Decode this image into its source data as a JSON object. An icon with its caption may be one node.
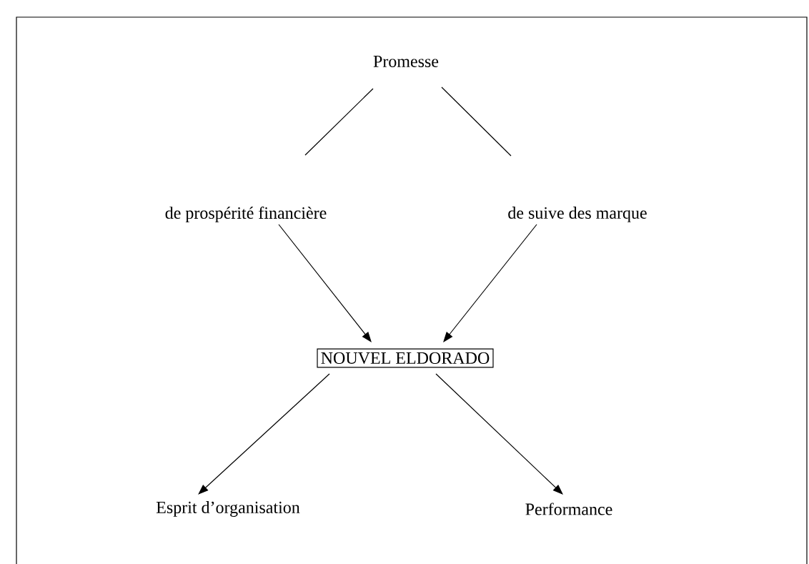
{
  "diagram": {
    "nodes": [
      {
        "text": [
          "Promesse"
        ]
      },
      {
        "text": [
          "de prospérité financière"
        ]
      },
      {
        "text": [
          "de suive des marque"
        ]
      },
      {
        "text": [
          "NOUVEL ELDORADO"
        ]
      },
      {
        "text": [
          "Esprit d’organisation"
        ]
      },
      {
        "text": [
          "Performance"
        ]
      }
    ],
    "edges": [
      {
        "from": 0,
        "to": 1,
        "arrow": "none"
      },
      {
        "from": 0,
        "to": 2,
        "arrow": "none"
      },
      {
        "from": 1,
        "to": 3,
        "arrow": "to"
      },
      {
        "from": 2,
        "to": 3,
        "arrow": "to"
      },
      {
        "from": 3,
        "to": 4,
        "arrow": "to"
      },
      {
        "from": 3,
        "to": 5,
        "arrow": "to"
      }
    ]
  }
}
